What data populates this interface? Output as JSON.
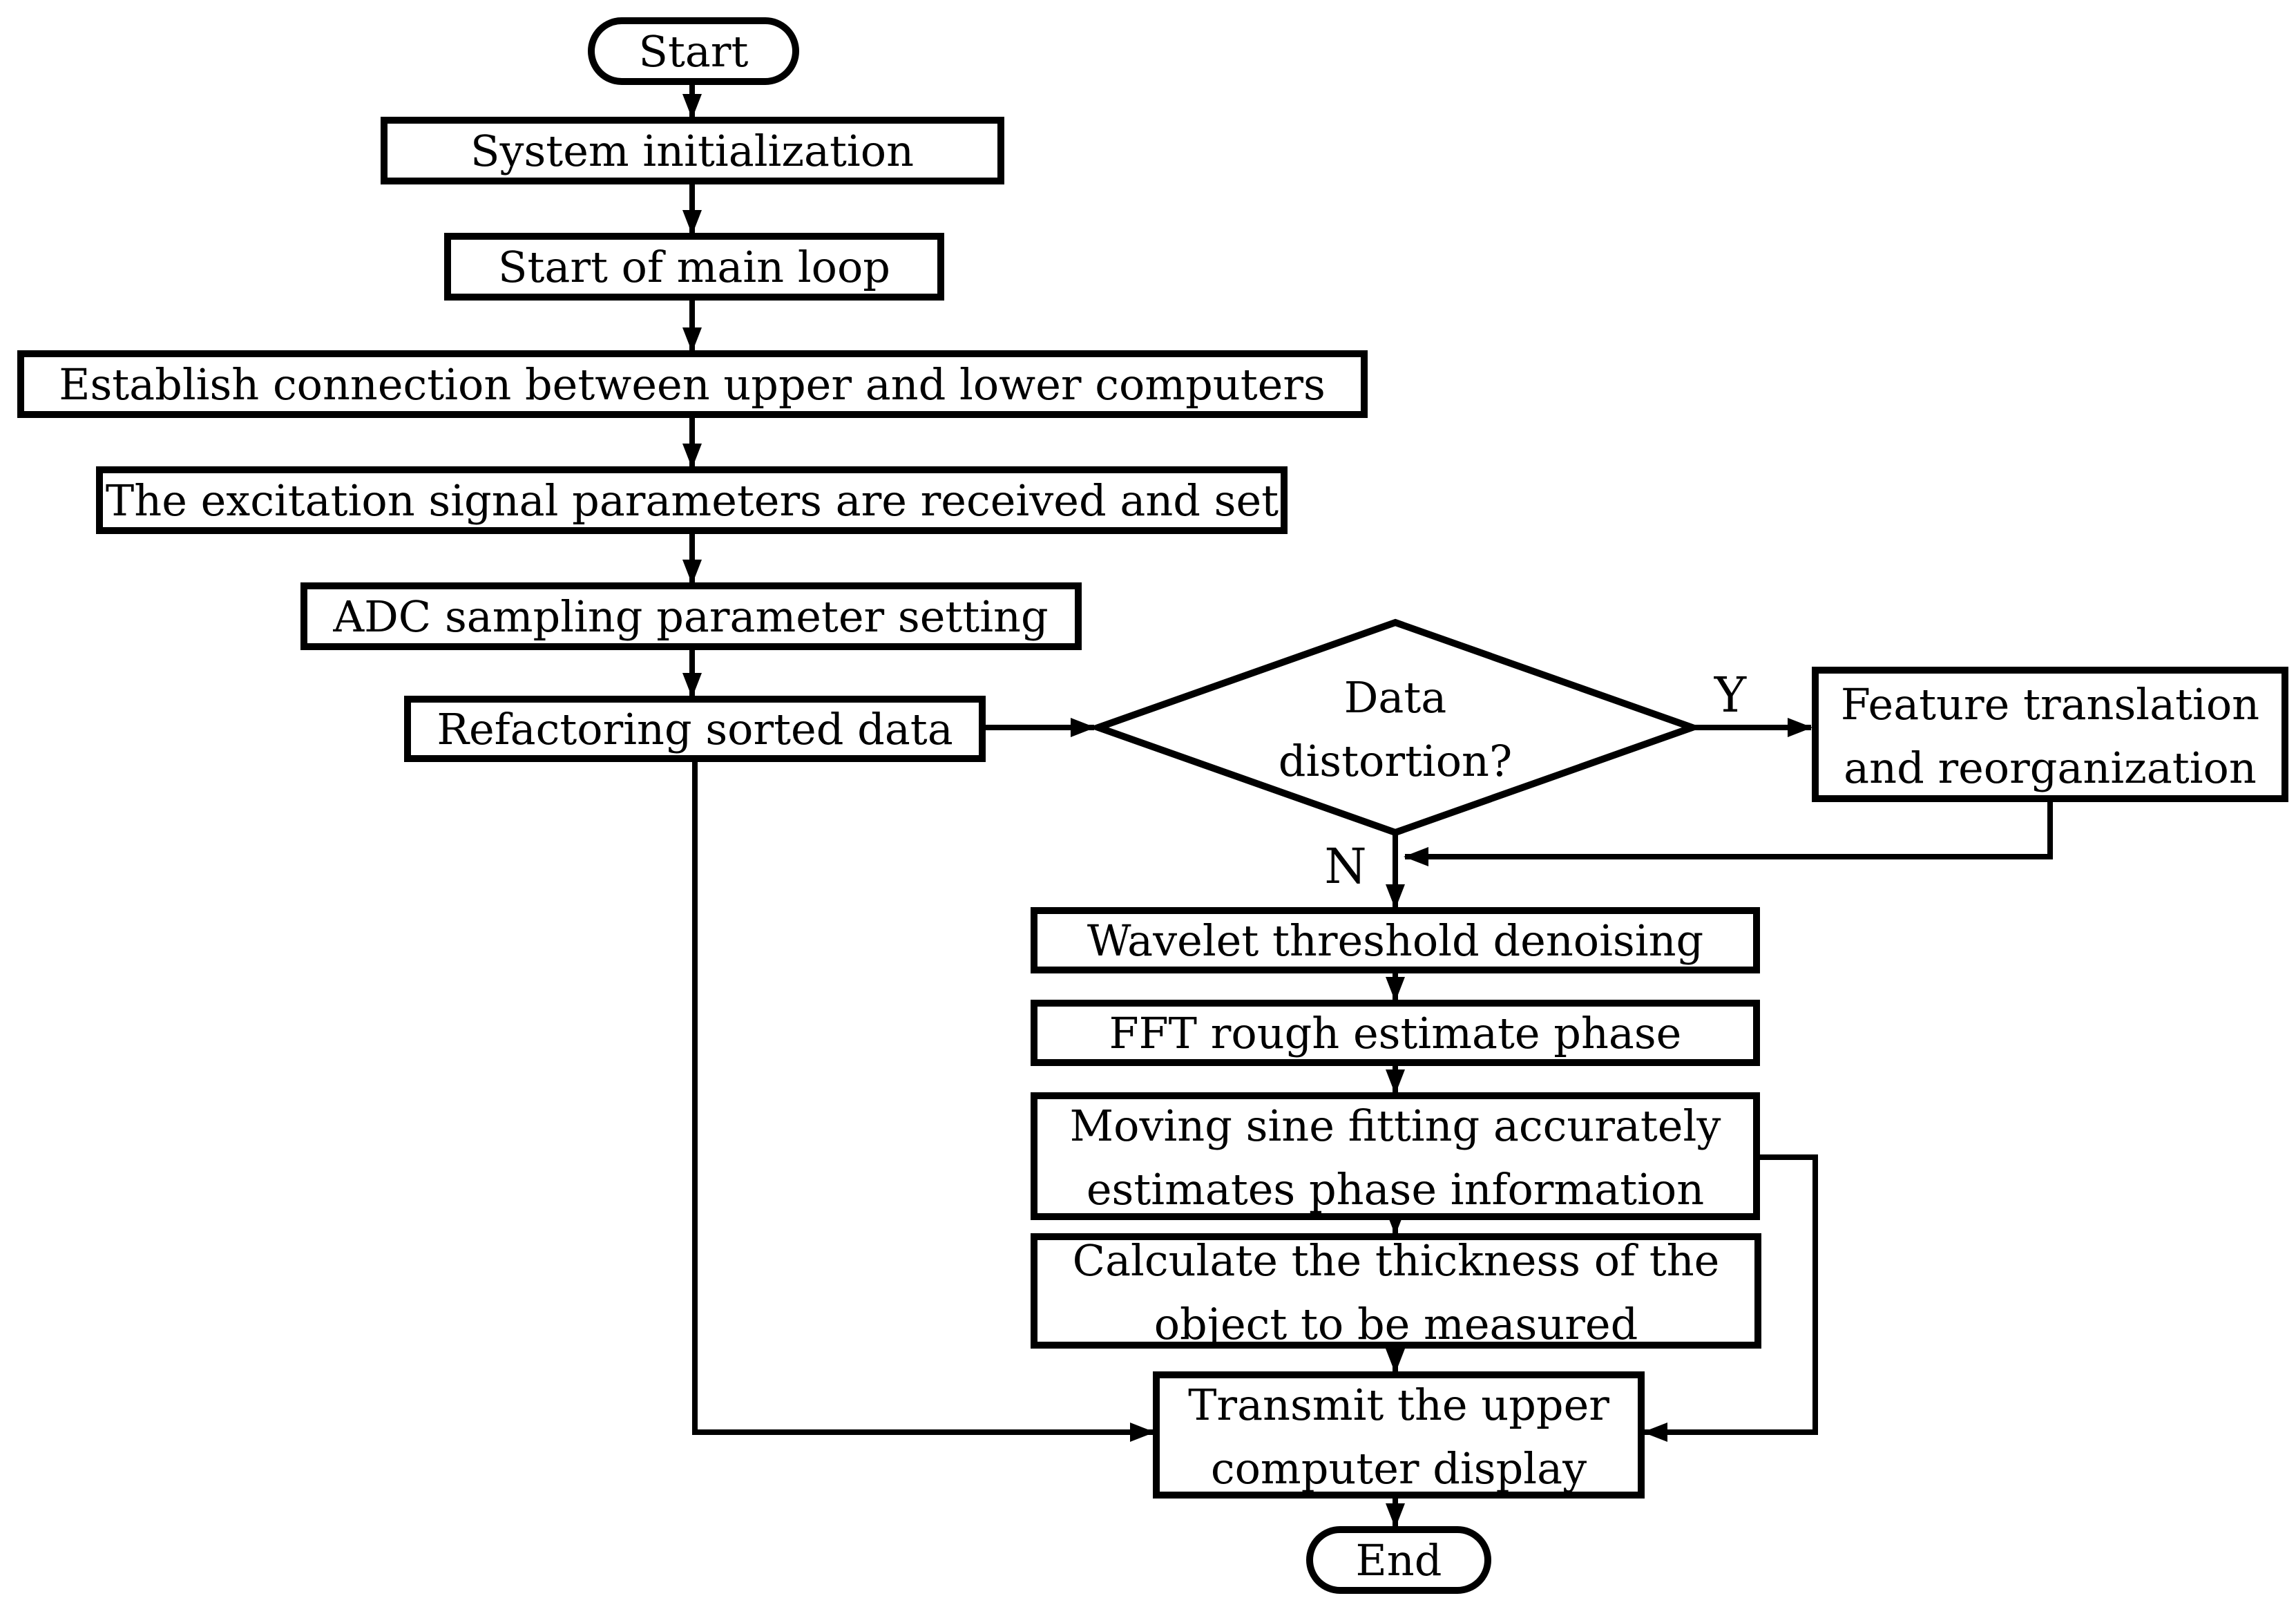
{
  "colors": {
    "line": "#000000",
    "background": "#ffffff",
    "text": "#000000"
  },
  "nodes": {
    "start": {
      "label": "Start"
    },
    "system_init": {
      "label": "System initialization"
    },
    "main_loop": {
      "label": "Start of main loop"
    },
    "establish_connection": {
      "label": "Establish connection between upper and lower computers"
    },
    "excitation_params": {
      "label": "The excitation signal parameters are received and set"
    },
    "adc_sampling": {
      "label": "ADC sampling parameter setting"
    },
    "refactoring": {
      "label": "Refactoring sorted data"
    },
    "data_distortion": {
      "line1": "Data",
      "line2": "distortion?"
    },
    "feature_translation": {
      "line1": "Feature translation",
      "line2": "and reorganization"
    },
    "wavelet": {
      "label": "Wavelet threshold denoising"
    },
    "fft": {
      "label": "FFT rough estimate phase"
    },
    "moving_sine": {
      "line1": "Moving sine fitting accurately",
      "line2": "estimates phase information"
    },
    "calculate_thickness": {
      "line1": "Calculate the thickness of the",
      "line2": "object to be measured"
    },
    "transmit": {
      "line1": "Transmit the upper",
      "line2": "computer display"
    },
    "end": {
      "label": "End"
    }
  },
  "edge_labels": {
    "yes": "Y",
    "no": "N"
  }
}
